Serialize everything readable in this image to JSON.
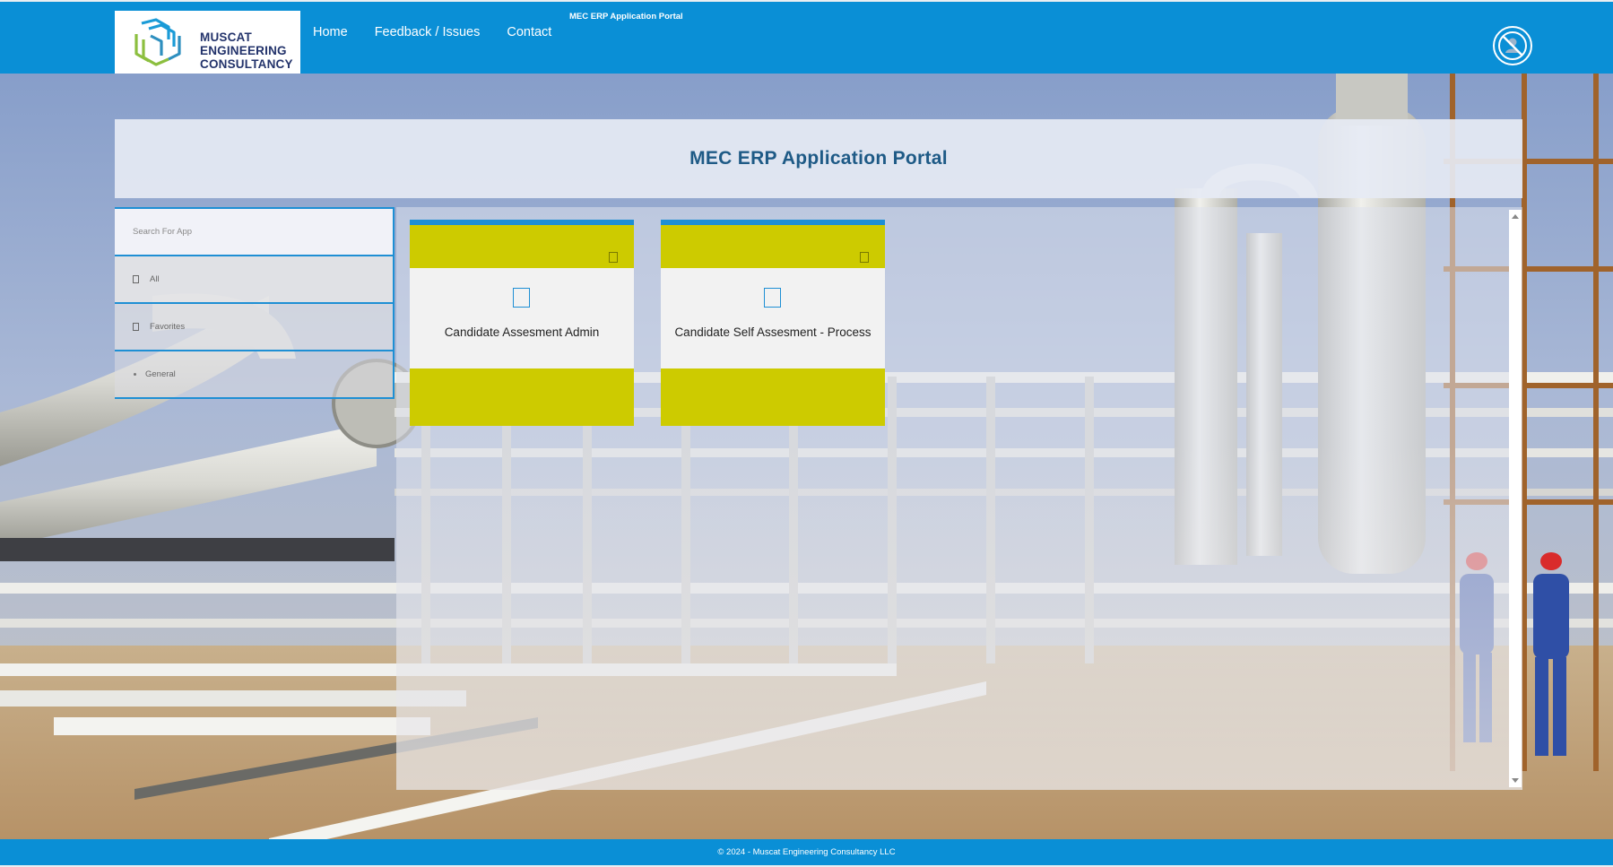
{
  "header": {
    "logo": {
      "line1": "MUSCAT",
      "line2": "ENGINEERING",
      "line3": "CONSULTANCY"
    },
    "nav": [
      {
        "label": "Home"
      },
      {
        "label": "Feedback / Issues"
      },
      {
        "label": "Contact"
      }
    ],
    "page_title": "MEC ERP Application Portal",
    "user_icon": "user-blocked-icon"
  },
  "banner": {
    "title": "MEC ERP Application Portal"
  },
  "sidebar": {
    "search_placeholder": "Search For App",
    "items": [
      {
        "label": "All",
        "icon": "grid-icon"
      },
      {
        "label": "Favorites",
        "icon": "star-icon"
      },
      {
        "label": "General",
        "icon": "dot-icon"
      }
    ]
  },
  "apps": [
    {
      "name": "Candidate Assesment Admin",
      "icon": "app-icon"
    },
    {
      "name": "Candidate Self Assesment - Process",
      "icon": "app-icon"
    }
  ],
  "footer": {
    "text": "© 2024 - Muscat Engineering Consultancy LLC"
  },
  "colors": {
    "brand_blue": "#0a8fd6",
    "tile_accent": "#cdcb00",
    "title_text": "#1e5a86"
  }
}
